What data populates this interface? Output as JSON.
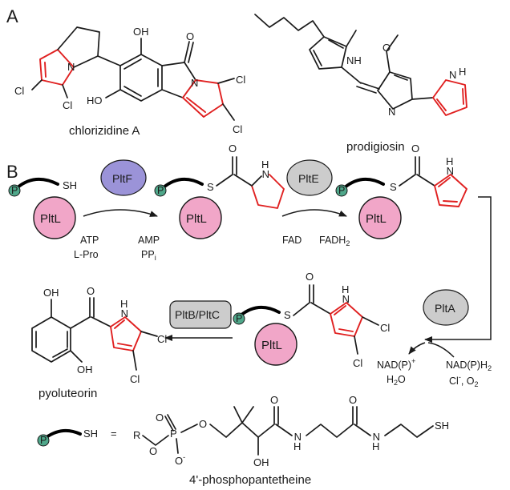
{
  "panels": {
    "a": "A",
    "b": "B"
  },
  "compounds": {
    "chlorizidine": "chlorizidine A",
    "prodigiosin": "prodigiosin",
    "pyoluteorin": "pyoluteorin",
    "ppant": "4'-phosphopantetheine"
  },
  "enzymes": {
    "pltf": "PltF",
    "plte": "PltE",
    "plta": "PltA",
    "pltbc": "PltB/PltC"
  },
  "carrier": "PltL",
  "phospho": "P",
  "atoms": {
    "cl": "Cl",
    "oh": "OH",
    "ho": "HO",
    "o": "O",
    "n": "N",
    "nh": "NH",
    "h": "H",
    "s": "S",
    "sh": "SH",
    "r": "R",
    "p": "P",
    "o_minus": "O",
    "minus": "-",
    "eq": "="
  },
  "cofactors": {
    "atp": "ATP",
    "lpro": "L-Pro",
    "amp": "AMP",
    "pp": "PP",
    "pp_sub": "i",
    "fad": "FAD",
    "fadh": "FADH",
    "fadh_sub": "2",
    "nadp": "NAD(P)",
    "nadp_sup": "+",
    "h2o": "H",
    "h2o_sub": "2",
    "h2o_end": "O",
    "nadph": "NAD(P)H",
    "nadph_sub": "2",
    "cl_ion": "Cl",
    "cl_sup": "-",
    "o2": ", O",
    "o2_sub": "2"
  },
  "colors": {
    "ring_red": "#e02020",
    "carrier_pink": "#f1a6c8",
    "pltf_purple": "#9b93d8",
    "enzyme_gray": "#cccccc",
    "phospho_green": "#4fa78a"
  }
}
